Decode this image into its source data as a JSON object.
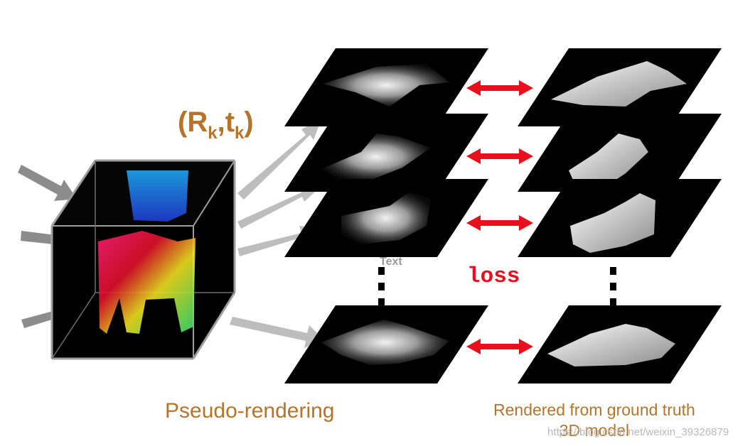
{
  "labels": {
    "pose_R": "R",
    "pose_R_sub": "k",
    "pose_comma": ",",
    "pose_t": "t",
    "pose_t_sub": "k",
    "pose_open": "(",
    "pose_close": ")",
    "loss": "loss",
    "caption_left": "Pseudo-rendering",
    "caption_right_line1": "Rendered from ground truth",
    "caption_right_line2": "3D model",
    "overlay_text": "Text",
    "watermark": "https://blog.csdn.net/weixin_39326879"
  },
  "colors": {
    "caption": "#b5742a",
    "loss": "#e8101c",
    "arrow_gray": "#8c8c8c",
    "panel": "#000000"
  }
}
